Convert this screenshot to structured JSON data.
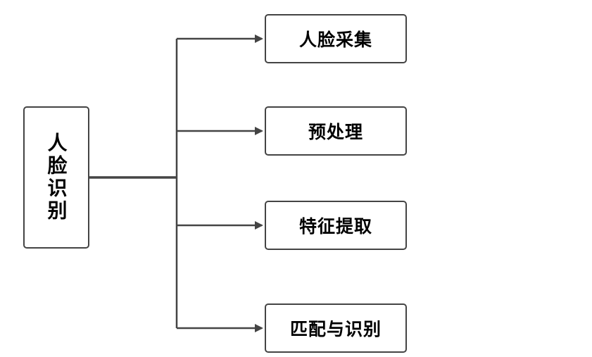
{
  "diagram": {
    "root": {
      "label": "人脸识别"
    },
    "children": [
      {
        "label": "人脸采集"
      },
      {
        "label": "预处理"
      },
      {
        "label": "特征提取"
      },
      {
        "label": "匹配与识别"
      }
    ]
  },
  "colors": {
    "stroke": "#444444",
    "text": "#000000",
    "background": "#ffffff"
  }
}
